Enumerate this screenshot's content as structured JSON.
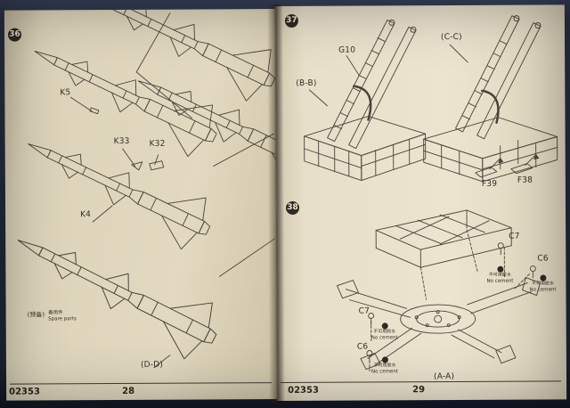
{
  "photo": {
    "background_color": "#1f2534",
    "paper_color": "#e6ddc6",
    "ink_color": "#4a4339"
  },
  "left_page": {
    "step_number": "36",
    "callouts": {
      "k5": "K5",
      "k33": "K33",
      "k32": "K32",
      "k4": "K4",
      "dd": "(D-D)"
    },
    "spare_note": {
      "prefix": "(预备)",
      "line1": "备用件",
      "line2": "Spare parts"
    },
    "footer": {
      "catalog": "02353",
      "page": "28"
    }
  },
  "right_page": {
    "step37": {
      "step_number": "37",
      "callouts": {
        "g10": "G10",
        "cc": "(C-C)",
        "bb": "(B-B)",
        "f39": "F39",
        "f38": "F38"
      }
    },
    "step38": {
      "step_number": "38",
      "callouts": {
        "c7_right": "C7",
        "c6_right": "C6",
        "c7_left": "C7",
        "c6_left": "C6",
        "aa": "(A-A)"
      },
      "no_cement": {
        "cn": "不可用胶水",
        "en": "No cement"
      }
    },
    "footer": {
      "catalog": "02353",
      "page": "29"
    }
  }
}
